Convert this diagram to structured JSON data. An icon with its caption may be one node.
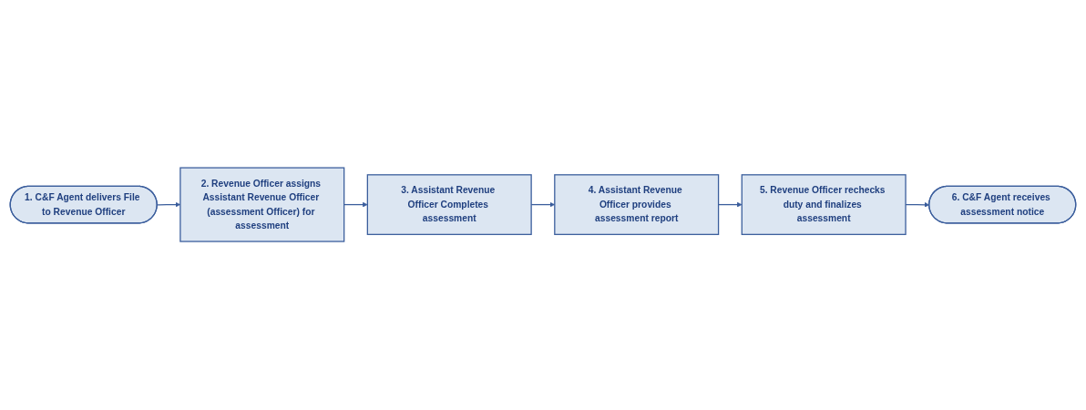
{
  "diagram": {
    "nodes": [
      {
        "text": [
          "1. C&F Agent delivers File to Revenue Officer"
        ]
      },
      {
        "text": [
          "2. Revenue Officer assigns Assistant Revenue Officer (assessment Officer) for assessment"
        ]
      },
      {
        "text": [
          "3. Assistant Revenue Officer Completes assessment"
        ]
      },
      {
        "text": [
          "4. Assistant Revenue Officer provides assessment report"
        ]
      },
      {
        "text": [
          "5. Revenue Officer rechecks duty and finalizes assessment"
        ]
      },
      {
        "text": [
          "6. C&F Agent receives assessment notice"
        ]
      }
    ],
    "edges": [
      {
        "from": 0,
        "to": 1,
        "arrow": "to"
      },
      {
        "from": 1,
        "to": 2,
        "arrow": "to"
      },
      {
        "from": 2,
        "to": 3,
        "arrow": "to"
      },
      {
        "from": 3,
        "to": 4,
        "arrow": "to"
      },
      {
        "from": 4,
        "to": 5,
        "arrow": "to"
      }
    ]
  }
}
